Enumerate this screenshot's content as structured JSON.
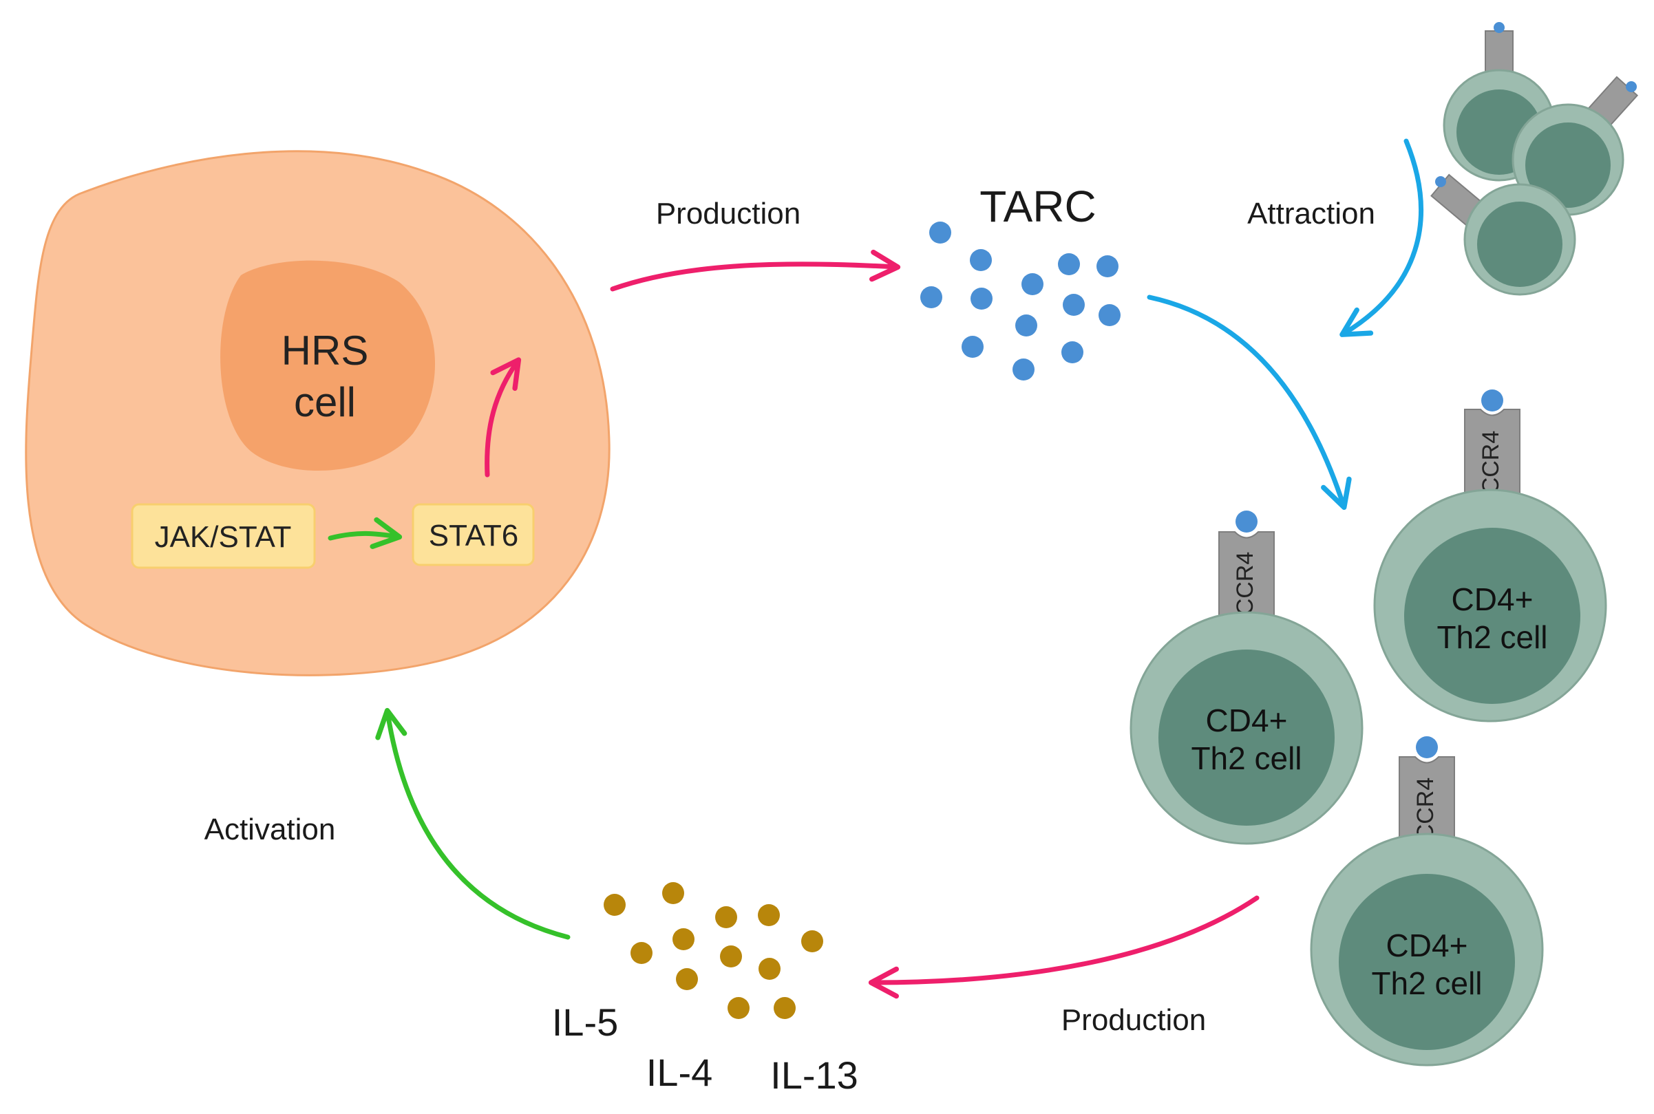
{
  "hrs_cell": {
    "line1": "HRS",
    "line2": "cell"
  },
  "pathway": {
    "jak_stat": "JAK/STAT",
    "stat6": "STAT6"
  },
  "tarc": {
    "label": "TARC"
  },
  "arrows": {
    "production_top": "Production",
    "attraction": "Attraction",
    "production_bottom": "Production",
    "activation": "Activation"
  },
  "th2_cells": [
    {
      "line1": "CD4+",
      "line2": "Th2 cell",
      "receptor": "CCR4"
    },
    {
      "line1": "CD4+",
      "line2": "Th2 cell",
      "receptor": "CCR4"
    },
    {
      "line1": "CD4+",
      "line2": "Th2 cell",
      "receptor": "CCR4"
    }
  ],
  "cytokines": {
    "il5": "IL-5",
    "il4": "IL-4",
    "il13": "IL-13"
  },
  "colors": {
    "hrs_body": "#fbc29a",
    "hrs_nucleus": "#f5a26a",
    "box_fill": "#fde29a",
    "production_arrow": "#ee1f6b",
    "attraction_arrow": "#1aa7e6",
    "activation_arrow": "#35c12a",
    "tarc_dot": "#4a8fd4",
    "cytokine_dot": "#b8860b",
    "th2_outer": "#9dbcaf",
    "th2_inner": "#5e8b7c",
    "receptor": "#9b9b9b"
  }
}
